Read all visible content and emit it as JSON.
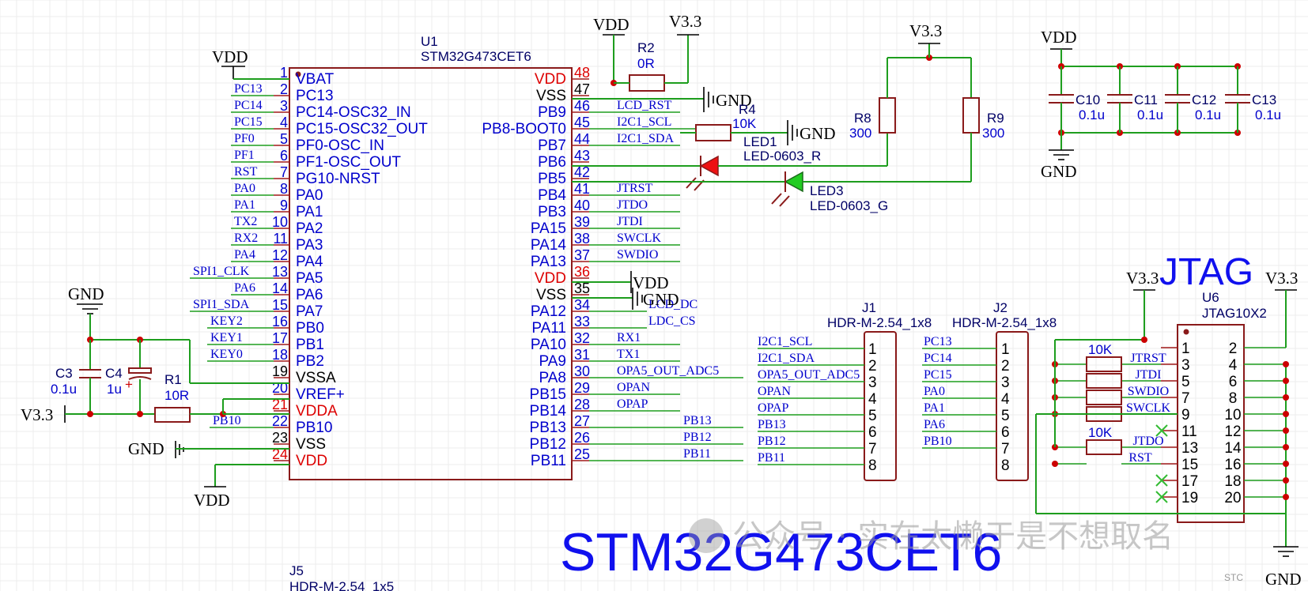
{
  "title": "STM32G473CET6",
  "watermark": "公众号 · 实在太懒于是不想取名",
  "watermark_small": "STC",
  "power_labels": {
    "vdd": "VDD",
    "v33": "V3.3",
    "gnd": "GND"
  },
  "u1": {
    "designator": "U1",
    "part": "STM32G473CET6",
    "left_pins": [
      {
        "num": "1",
        "name": "VBAT",
        "net": ""
      },
      {
        "num": "2",
        "name": "PC13",
        "net": "PC13"
      },
      {
        "num": "3",
        "name": "PC14-OSC32_IN",
        "net": "PC14"
      },
      {
        "num": "4",
        "name": "PC15-OSC32_OUT",
        "net": "PC15"
      },
      {
        "num": "5",
        "name": "PF0-OSC_IN",
        "net": "PF0"
      },
      {
        "num": "6",
        "name": "PF1-OSC_OUT",
        "net": "PF1"
      },
      {
        "num": "7",
        "name": "PG10-NRST",
        "net": "RST"
      },
      {
        "num": "8",
        "name": "PA0",
        "net": "PA0"
      },
      {
        "num": "9",
        "name": "PA1",
        "net": "PA1"
      },
      {
        "num": "10",
        "name": "PA2",
        "net": "TX2"
      },
      {
        "num": "11",
        "name": "PA3",
        "net": "RX2"
      },
      {
        "num": "12",
        "name": "PA4",
        "net": "PA4"
      },
      {
        "num": "13",
        "name": "PA5",
        "net": "SPI1_CLK"
      },
      {
        "num": "14",
        "name": "PA6",
        "net": "PA6"
      },
      {
        "num": "15",
        "name": "PA7",
        "net": "SPI1_SDA"
      },
      {
        "num": "16",
        "name": "PB0",
        "net": "KEY2"
      },
      {
        "num": "17",
        "name": "PB1",
        "net": "KEY1"
      },
      {
        "num": "18",
        "name": "PB2",
        "net": "KEY0"
      },
      {
        "num": "19",
        "name": "VSSA",
        "net": ""
      },
      {
        "num": "20",
        "name": "VREF+",
        "net": ""
      },
      {
        "num": "21",
        "name": "VDDA",
        "net": ""
      },
      {
        "num": "22",
        "name": "PB10",
        "net": "PB10"
      },
      {
        "num": "23",
        "name": "VSS",
        "net": ""
      },
      {
        "num": "24",
        "name": "VDD",
        "net": ""
      }
    ],
    "right_pins": [
      {
        "num": "48",
        "name": "VDD",
        "net": ""
      },
      {
        "num": "47",
        "name": "VSS",
        "net": ""
      },
      {
        "num": "46",
        "name": "PB9",
        "net": "LCD_RST"
      },
      {
        "num": "45",
        "name": "PB8-BOOT0",
        "net": "I2C1_SCL"
      },
      {
        "num": "44",
        "name": "PB7",
        "net": "I2C1_SDA"
      },
      {
        "num": "43",
        "name": "PB6",
        "net": ""
      },
      {
        "num": "42",
        "name": "PB5",
        "net": ""
      },
      {
        "num": "41",
        "name": "PB4",
        "net": "JTRST"
      },
      {
        "num": "40",
        "name": "PB3",
        "net": "JTDO"
      },
      {
        "num": "39",
        "name": "PA15",
        "net": "JTDI"
      },
      {
        "num": "38",
        "name": "PA14",
        "net": "SWCLK"
      },
      {
        "num": "37",
        "name": "PA13",
        "net": "SWDIO"
      },
      {
        "num": "36",
        "name": "VDD",
        "net": ""
      },
      {
        "num": "35",
        "name": "VSS",
        "net": ""
      },
      {
        "num": "34",
        "name": "PA12",
        "net": "LCD_DC"
      },
      {
        "num": "33",
        "name": "PA11",
        "net": "LDC_CS"
      },
      {
        "num": "32",
        "name": "PA10",
        "net": "RX1"
      },
      {
        "num": "31",
        "name": "PA9",
        "net": "TX1"
      },
      {
        "num": "30",
        "name": "PA8",
        "net": "OPA5_OUT_ADC5"
      },
      {
        "num": "29",
        "name": "PB15",
        "net": "OPAN"
      },
      {
        "num": "28",
        "name": "PB14",
        "net": "OPAP"
      },
      {
        "num": "27",
        "name": "PB13",
        "net": "PB13"
      },
      {
        "num": "26",
        "name": "PB12",
        "net": "PB12"
      },
      {
        "num": "25",
        "name": "PB11",
        "net": "PB11"
      }
    ]
  },
  "parts": {
    "r2": {
      "des": "R2",
      "val": "0R"
    },
    "r4": {
      "des": "R4",
      "val": "10K"
    },
    "led1": {
      "des": "LED1",
      "val": "LED-0603_R"
    },
    "led3": {
      "des": "LED3",
      "val": "LED-0603_G"
    },
    "r8": {
      "des": "R8",
      "val": "300"
    },
    "r9": {
      "des": "R9",
      "val": "300"
    },
    "c10": {
      "des": "C10",
      "val": "0.1u"
    },
    "c11": {
      "des": "C11",
      "val": "0.1u"
    },
    "c12": {
      "des": "C12",
      "val": "0.1u"
    },
    "c13": {
      "des": "C13",
      "val": "0.1u"
    },
    "c3": {
      "des": "C3",
      "val": "0.1u"
    },
    "c4": {
      "des": "C4",
      "val": "1u"
    },
    "r1": {
      "des": "R1",
      "val": "10R"
    },
    "rn1": {
      "val": "10K"
    },
    "rn2": {
      "val": "10K"
    }
  },
  "j1": {
    "des": "J1",
    "val": "HDR-M-2.54_1x8",
    "pins": [
      "1",
      "2",
      "3",
      "4",
      "5",
      "6",
      "7",
      "8"
    ],
    "nets": [
      "I2C1_SCL",
      "I2C1_SDA",
      "OPA5_OUT_ADC5",
      "OPAN",
      "OPAP",
      "PB13",
      "PB12",
      "PB11"
    ]
  },
  "j2": {
    "des": "J2",
    "val": "HDR-M-2.54_1x8",
    "pins": [
      "1",
      "2",
      "3",
      "4",
      "5",
      "6",
      "7",
      "8"
    ],
    "nets": [
      "PC13",
      "PC14",
      "PC15",
      "PA0",
      "PA1",
      "PA6",
      "PB10"
    ]
  },
  "u6": {
    "des": "U6",
    "val": "JTAG10X2",
    "section_title": "JTAG",
    "left_pins": [
      "1",
      "3",
      "5",
      "7",
      "9",
      "11",
      "13",
      "15",
      "17",
      "19"
    ],
    "right_pins": [
      "2",
      "4",
      "6",
      "8",
      "10",
      "12",
      "14",
      "16",
      "18",
      "20"
    ],
    "nets": [
      "JTRST",
      "JTDI",
      "SWDIO",
      "SWCLK",
      "JTDO",
      "RST"
    ]
  },
  "j5": {
    "des": "J5",
    "val": "HDR-M-2.54_1x5"
  }
}
